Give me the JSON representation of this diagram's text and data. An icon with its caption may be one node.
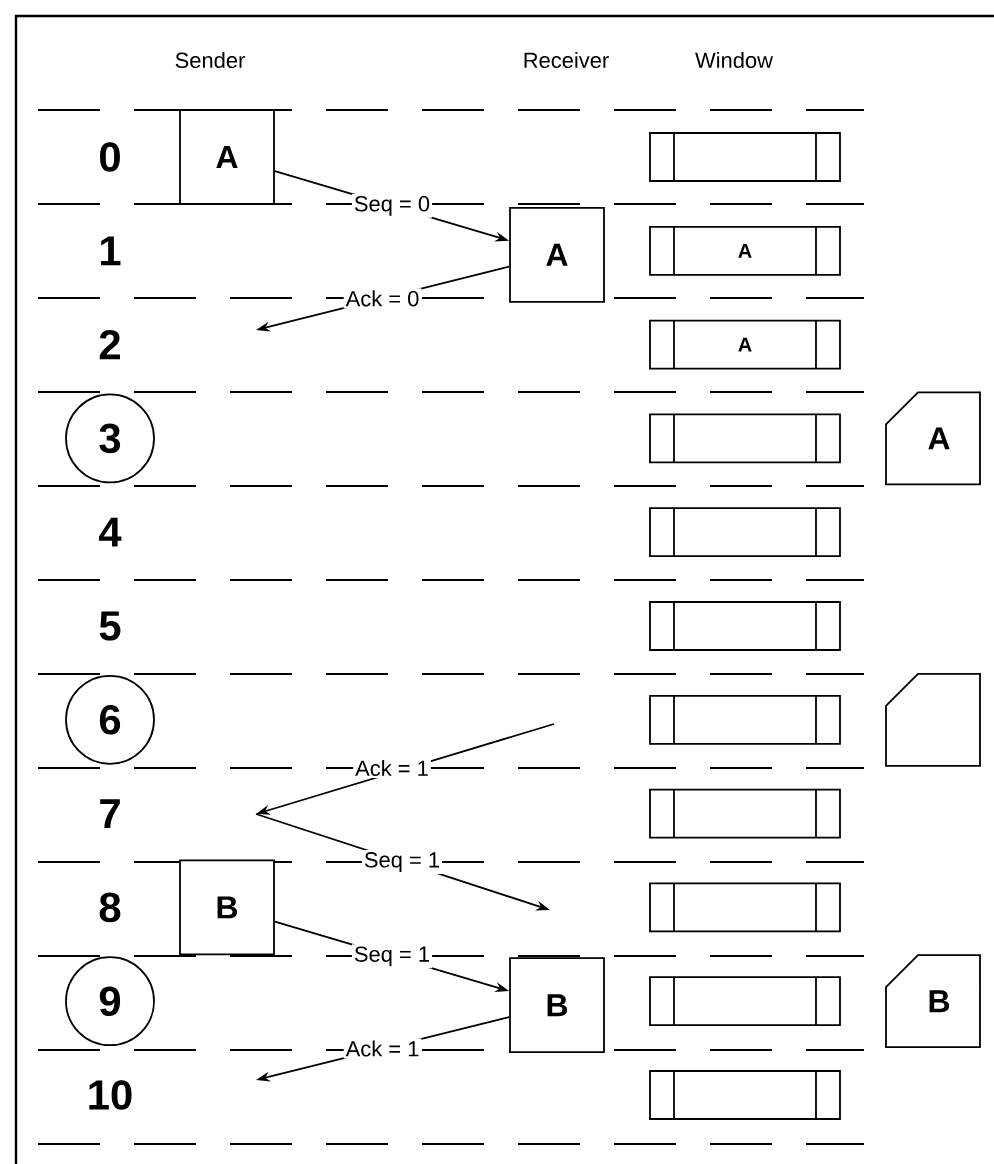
{
  "diagram": {
    "nodes": [
      {
        "text": [
          "A"
        ]
      },
      {
        "text": [],
        "shape": "box"
      },
      {
        "text": [
          "A"
        ]
      },
      {
        "text": [
          "A"
        ]
      },
      {
        "text": [
          "A"
        ]
      },
      {
        "text": [
          "3"
        ]
      },
      {
        "text": [],
        "shape": "box"
      },
      {
        "text": [
          "A"
        ]
      },
      {
        "text": [],
        "shape": "box"
      },
      {
        "text": [],
        "shape": "box"
      },
      {
        "text": [
          "6"
        ]
      },
      {
        "text": [],
        "shape": "box"
      },
      {
        "text": [],
        "shape": "box"
      },
      {
        "text": [],
        "shape": "box"
      },
      {
        "text": [
          "B"
        ]
      },
      {
        "text": [],
        "shape": "box"
      },
      {
        "text": [
          "9"
        ]
      },
      {
        "text": [
          "B"
        ]
      },
      {
        "text": [],
        "shape": "box"
      },
      {
        "text": [
          "B"
        ]
      },
      {
        "text": [],
        "shape": "box"
      }
    ],
    "edges": [
      {
        "from": 0,
        "to": 2,
        "arrow": "to",
        "label": "Seq = 0"
      },
      {
        "from": 2,
        "to": null,
        "arrow": "to",
        "label": "Ack = 0"
      },
      {
        "from": 14,
        "to": 17,
        "arrow": "to",
        "label": "Seq = 1"
      },
      {
        "from": 17,
        "to": null,
        "arrow": "to",
        "label": "Ack = 1"
      }
    ],
    "labels": [
      "Sender",
      "Receiver",
      "Window",
      "0",
      "1",
      "2",
      "4",
      "5",
      "Ack = 1",
      "7",
      "Seq = 1",
      "8",
      "10"
    ]
  }
}
